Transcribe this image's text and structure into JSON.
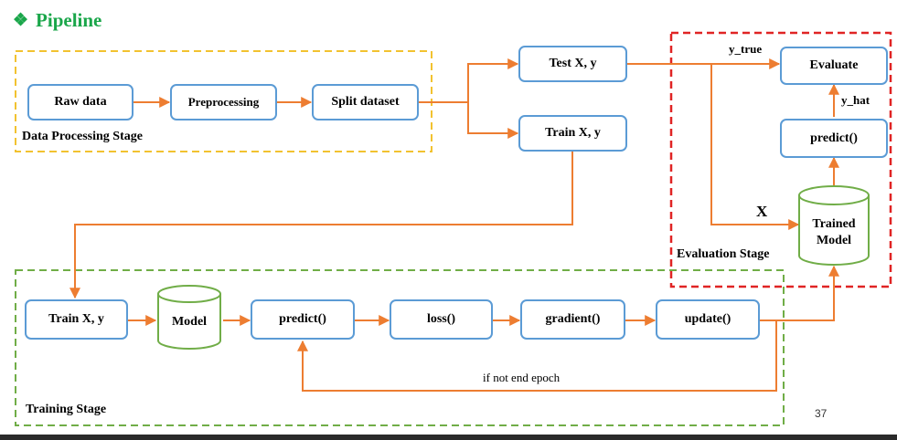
{
  "title": "Pipeline",
  "colors": {
    "title": "#1aa64a",
    "box_border": "#5b9bd5",
    "arrow": "#ed7d31",
    "cylinder": "#70ad47",
    "data_stage_border": "#f2c230",
    "training_stage_border": "#70ad47",
    "eval_stage_border": "#e02424"
  },
  "stages": {
    "data_processing": "Data Processing Stage",
    "training": "Training Stage",
    "evaluation": "Evaluation Stage"
  },
  "nodes": {
    "raw_data": "Raw data",
    "preprocessing": "Preprocessing",
    "split_dataset": "Split dataset",
    "test_xy": "Test X, y",
    "train_xy_top": "Train X, y",
    "train_xy": "Train X, y",
    "model": "Model",
    "predict_train": "predict()",
    "loss": "loss()",
    "gradient": "gradient()",
    "update": "update()",
    "evaluate": "Evaluate",
    "predict_eval": "predict()",
    "trained_model_line1": "Trained",
    "trained_model_line2": "Model"
  },
  "edge_labels": {
    "y_true": "y_true",
    "y_hat": "y_hat",
    "x": "X",
    "loop": "if not end epoch"
  },
  "page_number": "37"
}
